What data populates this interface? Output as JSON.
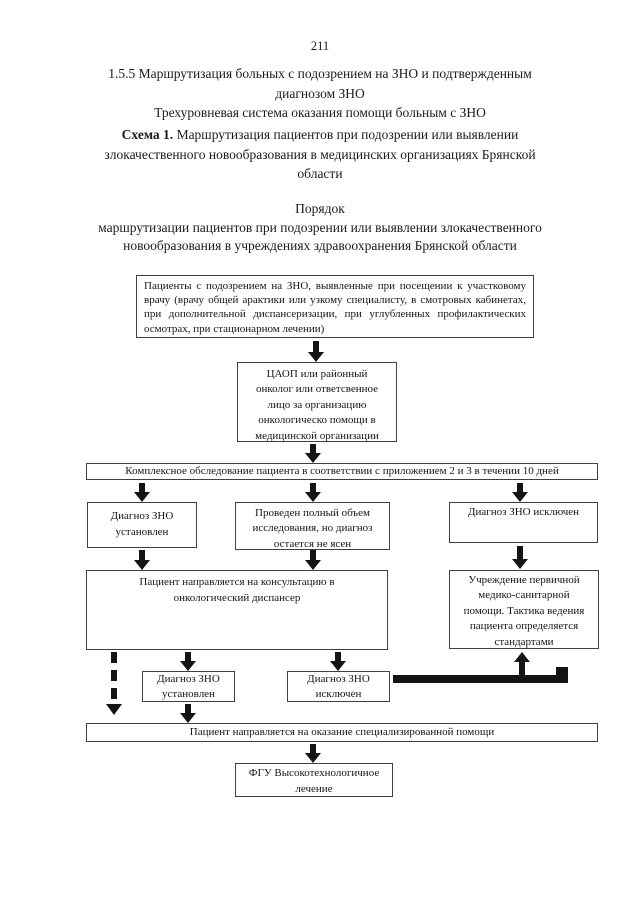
{
  "page_number": "211",
  "heading": {
    "lines": [
      "1.5.5 Маршрутизация больных с подозрением на ЗНО и подтвержденным",
      "диагнозом ЗНО",
      "Трехуровневая система оказания помощи больным с ЗНО"
    ]
  },
  "schema": {
    "bold": "Схема 1.",
    "line1_rest": "Маршрутизация пациентов при подозрении или выявлении",
    "lines_rest": [
      "злокачественного новообразования в медицинских организациях Брянской",
      "области"
    ]
  },
  "order": {
    "lines": [
      "Порядок",
      "маршрутизации пациентов при подозрении или выявлении злокачественного",
      "новообразования в учреждениях здравоохранения Брянской области"
    ]
  },
  "flowchart": {
    "boxes": {
      "patients": "Пациенты с подозрением на ЗНО, выявленные при посещении к участковому врачу (врачу общей арактики или узкому специалисту, в смотровых кабинетах, при дополнительной диспансеризации, при углубленных профилактических осмотрах, при стационарном лечении)",
      "caop": [
        "ЦАОП или районный",
        "онколог или ответсвенное",
        "лицо за организацию",
        "онкологическо помощи в",
        "медицинской организации"
      ],
      "exam": "Комплексное обследование пациента в соответствии с приложением 2 и 3 в течении 10 дней",
      "dx_established": [
        "Диагноз ЗНО",
        "установлен"
      ],
      "full_exam": [
        "Проведен полный объем",
        "исследования, но диагноз",
        "остается не ясен"
      ],
      "dx_excluded": "Диагноз ЗНО исключен",
      "consult": [
        "Пациент направляется на консультацию в",
        "онкологический диспансер"
      ],
      "primary_care": [
        "Учреждение первичной",
        "медико-санитарной",
        "помощи. Тактика ведения",
        "пациента определяется",
        "стандартами"
      ],
      "dx_established2": [
        "Диагноз ЗНО",
        "установлен"
      ],
      "dx_excluded2": [
        "Диагноз ЗНО",
        "исключен"
      ],
      "specialized": "Пациент направляется на оказание специализированной помощи",
      "fgu": [
        "ФГУ Высокотехнологичное",
        "лечение"
      ]
    }
  },
  "colors": {
    "ink": "#1a1a1a",
    "paper": "#ffffff",
    "arrow": "#141414",
    "border": "#3f3f3f"
  }
}
